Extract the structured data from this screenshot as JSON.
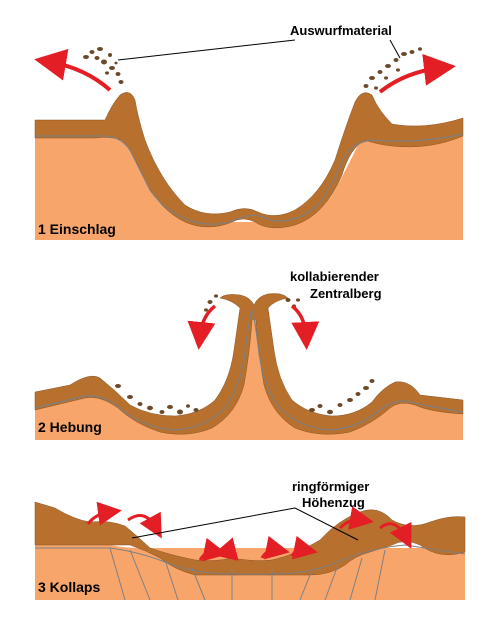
{
  "colors": {
    "ground": "#f8a56c",
    "crust": "#b8702f",
    "crust_edge": "#8a5526",
    "rock_line": "#7f7f7f",
    "arrow": "#e31e24",
    "debris": "#6b4a2b",
    "leader": "#000000"
  },
  "panel1": {
    "stage_label": "1 Einschlag",
    "annotation": "Auswurfmaterial"
  },
  "panel2": {
    "stage_label": "2 Hebung",
    "annotation_line1": "kollabierender",
    "annotation_line2": "Zentralberg"
  },
  "panel3": {
    "stage_label": "3 Kollaps",
    "annotation_line1": "ringförmiger",
    "annotation_line2": "Höhenzug"
  }
}
